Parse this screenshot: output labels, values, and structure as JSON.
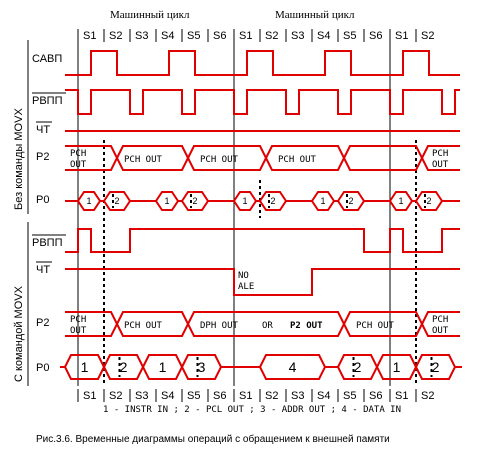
{
  "header": {
    "cycle_label_1": "Машинный цикл",
    "cycle_label_2": "Машинный цикл"
  },
  "states_top": [
    "S1",
    "S2",
    "S3",
    "S4",
    "S5",
    "S6",
    "S1",
    "S2",
    "S3",
    "S4",
    "S5",
    "S6",
    "S1",
    "S2"
  ],
  "states_bottom": [
    "S1",
    "S2",
    "S3",
    "S4",
    "S5",
    "S6",
    "S1",
    "S2",
    "S3",
    "S4",
    "S5",
    "S6",
    "S1",
    "S2"
  ],
  "groups": {
    "without": "Без команды MOVX",
    "with": "С командой MOVX"
  },
  "signals": {
    "savp": "САВП",
    "rvpp": "РВПП",
    "cht": "ЧТ",
    "p2": "P2",
    "p0": "P0",
    "rvpp2": "РВПП",
    "cht2": "ЧТ",
    "p2b": "P2",
    "p0b": "P0"
  },
  "p2_top": {
    "pch_out_a1": "PCH",
    "pch_out_a2": "OUT",
    "seg2": "PCH OUT",
    "seg3": "PCH OUT",
    "seg4": "PCH OUT",
    "pch_out_b1": "PCH",
    "pch_out_b2": "OUT"
  },
  "p0_top": [
    "1",
    "2",
    "1",
    "2",
    "1",
    "2",
    "1",
    "2",
    "1",
    "2"
  ],
  "cht_note": {
    "line1": "NO",
    "line2": "ALE"
  },
  "p2_bottom": {
    "a1": "PCH",
    "a2": "OUT",
    "seg2": "PCH OUT",
    "or_text": "OR",
    "dph": "DPH OUT",
    "p2out": "P2 OUT",
    "seg4": "PCH OUT",
    "b1": "PCH",
    "b2": "OUT"
  },
  "p0_bottom": [
    "1",
    "2",
    "1",
    "3",
    "4",
    "2",
    "1",
    "2"
  ],
  "legend": "1 - INSTR IN ;  2 - PCL OUT ;  3 - ADDR OUT ;  4 - DATA IN",
  "caption": "Рис.3.6.  Временные диаграммы операций с обращением к внешней памяти",
  "colors": {
    "signal": "#e00000",
    "grid": "#000000"
  }
}
